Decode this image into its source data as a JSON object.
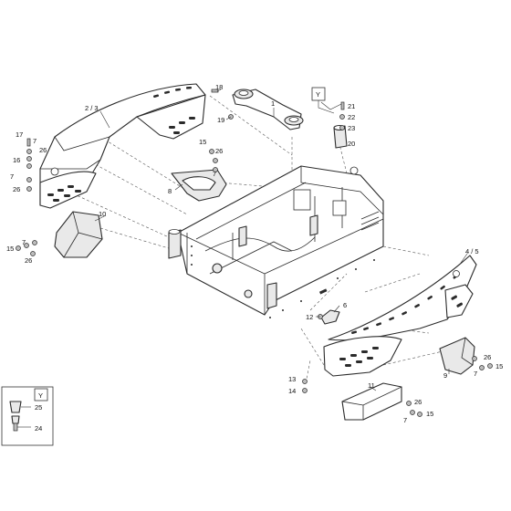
{
  "diagram": {
    "labels": [
      {
        "id": "l1",
        "text": "1"
      },
      {
        "id": "l2",
        "text": "2 / 3"
      },
      {
        "id": "l4",
        "text": "4 / 5"
      },
      {
        "id": "l6",
        "text": "6"
      },
      {
        "id": "l7a",
        "text": "7"
      },
      {
        "id": "l7b",
        "text": "7"
      },
      {
        "id": "l7c",
        "text": "7"
      },
      {
        "id": "l7d",
        "text": "7"
      },
      {
        "id": "l7e",
        "text": "7"
      },
      {
        "id": "l7f",
        "text": "7"
      },
      {
        "id": "l8",
        "text": "8"
      },
      {
        "id": "l9",
        "text": "9"
      },
      {
        "id": "l10",
        "text": "10"
      },
      {
        "id": "l11",
        "text": "11"
      },
      {
        "id": "l12",
        "text": "12"
      },
      {
        "id": "l13",
        "text": "13"
      },
      {
        "id": "l14",
        "text": "14"
      },
      {
        "id": "l15a",
        "text": "15"
      },
      {
        "id": "l15b",
        "text": "15"
      },
      {
        "id": "l15c",
        "text": "15"
      },
      {
        "id": "l15d",
        "text": "15"
      },
      {
        "id": "l16",
        "text": "16"
      },
      {
        "id": "l17",
        "text": "17"
      },
      {
        "id": "l18",
        "text": "18"
      },
      {
        "id": "l19",
        "text": "19"
      },
      {
        "id": "l20",
        "text": "20"
      },
      {
        "id": "l21",
        "text": "21"
      },
      {
        "id": "l22",
        "text": "22"
      },
      {
        "id": "l23",
        "text": "23"
      },
      {
        "id": "l24",
        "text": "24"
      },
      {
        "id": "l25",
        "text": "25"
      },
      {
        "id": "l26a",
        "text": "26"
      },
      {
        "id": "l26b",
        "text": "26"
      },
      {
        "id": "l26c",
        "text": "26"
      },
      {
        "id": "l26d",
        "text": "26"
      },
      {
        "id": "l26e",
        "text": "26"
      },
      {
        "id": "l26f",
        "text": "26"
      }
    ],
    "view_markers": [
      {
        "id": "view-marker-top",
        "text": "Y"
      },
      {
        "id": "view-marker-detail",
        "text": "Y"
      }
    ]
  }
}
